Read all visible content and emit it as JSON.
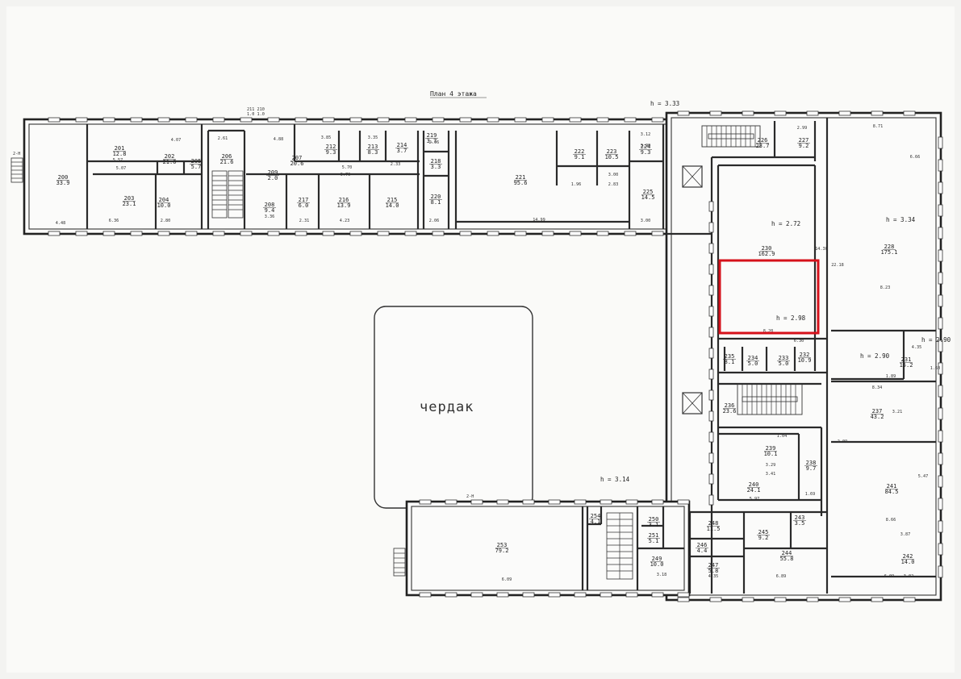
{
  "plan": {
    "title": "План 4 этажа",
    "attic_label": "чердак",
    "stair_marks": [
      "2-Н",
      "2-Н"
    ],
    "highlight_color": "#d6111b",
    "heights": {
      "main": "h = 3.33",
      "r230": "h = 2.72",
      "r228": "h = 3.34",
      "highlight": "h = 2.98",
      "r231a": "h = 2.90",
      "r231b": "h = 2.90",
      "south": "h = 3.14"
    },
    "rooms": [
      {
        "no": "200",
        "area": "33.9"
      },
      {
        "no": "201",
        "area": "12.8"
      },
      {
        "no": "202",
        "area": "21.0"
      },
      {
        "no": "203",
        "area": "23.1"
      },
      {
        "no": "204",
        "area": "10.0"
      },
      {
        "no": "205",
        "area": "5.7"
      },
      {
        "no": "206",
        "area": "21.6"
      },
      {
        "no": "207",
        "area": "20.6"
      },
      {
        "no": "208",
        "area": "9.4"
      },
      {
        "no": "209",
        "area": "2.0"
      },
      {
        "no": "212",
        "area": "9.3"
      },
      {
        "no": "213",
        "area": "8.3"
      },
      {
        "no": "214",
        "area": "3.7"
      },
      {
        "no": "215",
        "area": "14.0"
      },
      {
        "no": "216",
        "area": "13.9"
      },
      {
        "no": "217",
        "area": "6.0"
      },
      {
        "no": "218",
        "area": "3.3"
      },
      {
        "no": "219",
        "area": "3.7"
      },
      {
        "no": "220",
        "area": "8.1"
      },
      {
        "no": "221",
        "area": "95.6"
      },
      {
        "no": "222",
        "area": "9.1"
      },
      {
        "no": "223",
        "area": "10.5"
      },
      {
        "no": "224",
        "area": "9.3"
      },
      {
        "no": "225",
        "area": "14.5"
      },
      {
        "no": "226",
        "area": "23.7"
      },
      {
        "no": "227",
        "area": "9.2"
      },
      {
        "no": "228",
        "area": "175.1"
      },
      {
        "no": "230",
        "area": "162.9"
      },
      {
        "no": "231",
        "area": "15.2"
      },
      {
        "no": "232",
        "area": "10.9"
      },
      {
        "no": "233",
        "area": "5.0"
      },
      {
        "no": "234",
        "area": "5.0"
      },
      {
        "no": "235",
        "area": "8.1"
      },
      {
        "no": "236",
        "area": "23.6"
      },
      {
        "no": "237",
        "area": "43.2"
      },
      {
        "no": "238",
        "area": "9.7"
      },
      {
        "no": "239",
        "area": "10.1"
      },
      {
        "no": "240",
        "area": "24.1"
      },
      {
        "no": "241",
        "area": "84.5"
      },
      {
        "no": "242",
        "area": "14.0"
      },
      {
        "no": "243",
        "area": "3.5"
      },
      {
        "no": "244",
        "area": "55.8"
      },
      {
        "no": "245",
        "area": "9.2"
      },
      {
        "no": "246",
        "area": "4.4"
      },
      {
        "no": "247",
        "area": "5.8"
      },
      {
        "no": "248",
        "area": "11.5"
      },
      {
        "no": "249",
        "area": "10.0"
      },
      {
        "no": "250",
        "area": "3.1"
      },
      {
        "no": "251",
        "area": "5.1"
      },
      {
        "no": "253",
        "area": "79.2"
      },
      {
        "no": "254",
        "area": "4.1"
      }
    ],
    "dims": [
      "4.07",
      "2.61",
      "4.88",
      "3.85",
      "3.35",
      "2.96",
      "5.57",
      "5.07",
      "5.70",
      "9.70",
      "2.33",
      "4.48",
      "6.36",
      "2.80",
      "3.36",
      "2.31",
      "4.23",
      "2.06",
      "14.99",
      "3.00",
      "3.12",
      "3.00",
      "2.83",
      "1.96",
      "8.71",
      "2.99",
      "6.66",
      "14.30",
      "22.18",
      "8.23",
      "8.20",
      "6.30",
      "4.35",
      "8.34",
      "3.21",
      "5.47",
      "8.66",
      "3.87",
      "3.02",
      "1.89",
      "3.29",
      "3.41",
      "5.97",
      "1.69",
      "3.18",
      "6.09",
      "4.35",
      "6.89",
      "6.09",
      "3.99",
      "1.04",
      "2.09",
      "1.60"
    ]
  }
}
